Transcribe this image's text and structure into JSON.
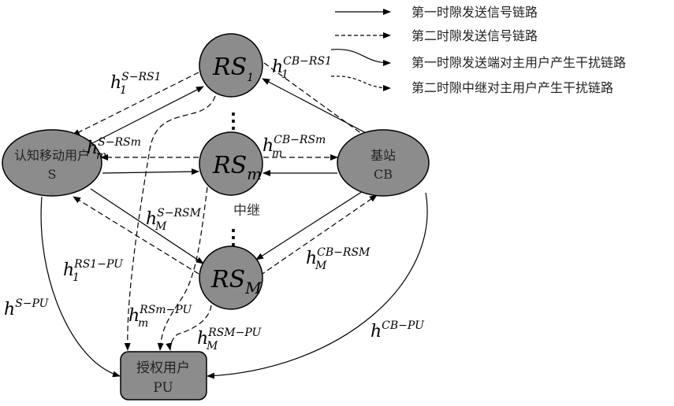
{
  "legend": [
    {
      "style": "solid-arrow",
      "label": "第一时隙发送信号链路"
    },
    {
      "style": "dashed-arrow",
      "label": "第二时隙发送信号链路"
    },
    {
      "style": "solid-curved-arrow",
      "label": "第一时隙发送端对主用户产生干扰链路"
    },
    {
      "style": "dashed-curved-arrow",
      "label": "第二时隙中继对主用户产生干扰链路"
    }
  ],
  "nodes": {
    "rs1": {
      "base": "RS",
      "sub": "1"
    },
    "rsm": {
      "base": "RS",
      "sub": "m"
    },
    "rsM": {
      "base": "RS",
      "sub": "M"
    },
    "s": {
      "line1": "认知移动用户",
      "line2": "S"
    },
    "cb": {
      "line1": "基站",
      "line2": "CB"
    },
    "pu": {
      "line1": "授权用户",
      "line2": "PU"
    },
    "relay_label": "中继",
    "ellipsis": "⋮"
  },
  "channels": {
    "s_rs1": {
      "sub": "1",
      "sup": "S−RS1"
    },
    "cb_rs1": {
      "sub": "1",
      "sup": "CB−RS1"
    },
    "s_rsm": {
      "sub": "m",
      "sup": "S−RSm"
    },
    "cb_rsm": {
      "sub": "m",
      "sup": "CB−RSm"
    },
    "s_rsM": {
      "sub": "M",
      "sup": "S−RSM"
    },
    "cb_rsM": {
      "sub": "M",
      "sup": "CB−RSM"
    },
    "rs1_pu": {
      "sub": "1",
      "sup": "RS1−PU"
    },
    "s_pu": {
      "sub": "",
      "sup": "S−PU"
    },
    "rsm_pu": {
      "sub": "m",
      "sup": "RSm−PU"
    },
    "rsM_pu": {
      "sub": "M",
      "sup": "RSM−PU"
    },
    "cb_pu": {
      "sub": "",
      "sup": "CB−PU"
    }
  },
  "colors": {
    "node_fill": "#8c8c8c",
    "stroke": "#000000"
  }
}
